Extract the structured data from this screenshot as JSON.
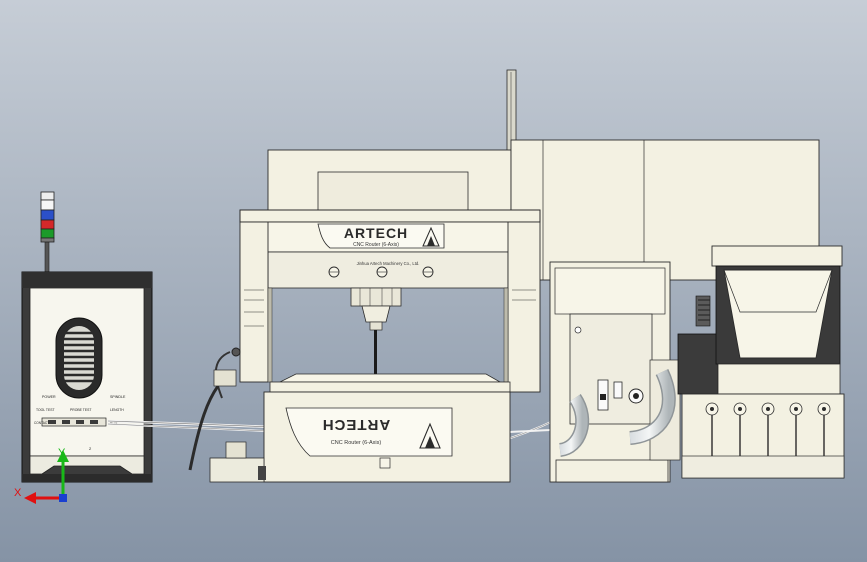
{
  "viewport": {
    "bg_top": "#c6cdd6",
    "bg_bottom": "#8593a5"
  },
  "colors": {
    "machine_body": "#f3f1e2",
    "machine_shadow": "#d7d5c3",
    "outline": "#2c2c2c",
    "dark_panel": "#3a3a3a",
    "signal_red": "#d4282a",
    "signal_blue": "#2b50c8",
    "signal_green": "#1b9a2a",
    "axis_x": "#e01010",
    "axis_y": "#18b818",
    "axis_z": "#1a3fd0"
  },
  "controller": {
    "labels": {
      "top_left": "POWER",
      "top_right": "SPINDLE",
      "mid_left": "TOOL TEST",
      "mid_mid": "PROBE TEST",
      "mid_right": "LENGTH",
      "row_left": "CONTACT",
      "row_right": "RUN",
      "bottom": "2"
    }
  },
  "gantry": {
    "brand": "ARTECH",
    "subtitle": "CNC Router (6-Axis)",
    "company": "Jinhua Artech Machinery Co., Ltd."
  },
  "table_plate": {
    "brand": "ARTECH",
    "subtitle": "CNC Router (6-Axis)"
  },
  "axes": {
    "x": "X",
    "y": "Y"
  }
}
